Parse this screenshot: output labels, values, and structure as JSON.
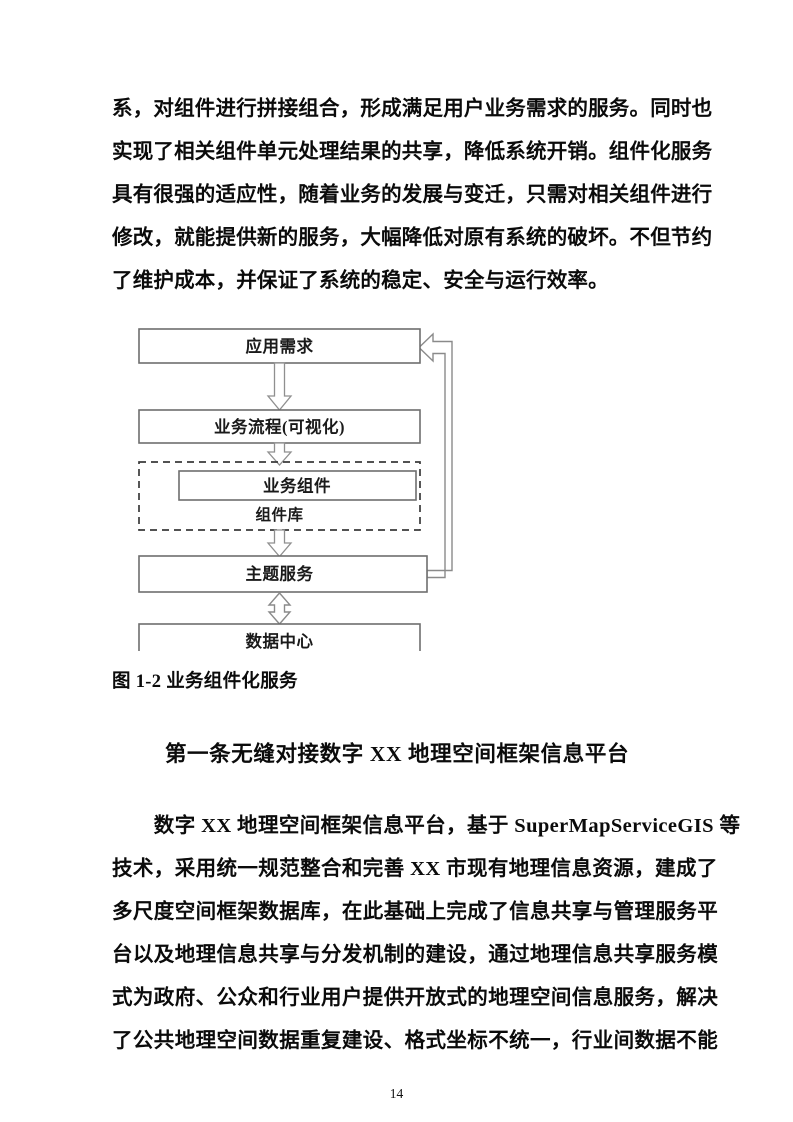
{
  "page": {
    "number": "14",
    "background": "#ffffff",
    "text_color": "#0b0b0b"
  },
  "paragraphs": {
    "intro": {
      "name": "componentized-service-paragraph",
      "lines": [
        "系，对组件进行拼接组合，形成满足用户业务需求的服务。同时也",
        "实现了相关组件单元处理结果的共享，降低系统开销。组件化服务",
        "具有很强的适应性，随着业务的发展与变迁，只需对相关组件进行",
        "修改，就能提供新的服务，大幅降低对原有系统的破坏。不但节约",
        "了维护成本，并保证了系统的稳定、安全与运行效率。"
      ]
    },
    "body": {
      "name": "digital-platform-paragraph",
      "lines": [
        "　　数字 XX 地理空间框架信息平台，基于 SuperMapServiceGIS 等",
        "技术，采用统一规范整合和完善 XX 市现有地理信息资源，建成了",
        "多尺度空间框架数据库，在此基础上完成了信息共享与管理服务平",
        "台以及地理信息共享与分发机制的建设，通过地理信息共享服务模",
        "式为政府、公众和行业用户提供开放式的地理空间信息服务，解决",
        "了公共地理空间数据重复建设、格式坐标不统一，行业间数据不能"
      ]
    }
  },
  "figure": {
    "caption": "图 1-2 业务组件化服务",
    "stroke_color": "#6e6e6e",
    "label_color": "#1a1a1a",
    "nodes": [
      {
        "id": "app-requirements",
        "label": "应用需求"
      },
      {
        "id": "business-process",
        "label": "业务流程(可视化)"
      },
      {
        "id": "business-component",
        "label": "业务组件"
      },
      {
        "id": "component-library",
        "label": "组件库"
      },
      {
        "id": "thematic-service",
        "label": "主题服务"
      },
      {
        "id": "data-center",
        "label": "数据中心"
      }
    ],
    "connectors": [
      {
        "id": "arrow-app-to-process",
        "kind": "down"
      },
      {
        "id": "arrow-process-to-library",
        "kind": "down"
      },
      {
        "id": "arrow-library-to-service",
        "kind": "down"
      },
      {
        "id": "arrow-service-datacenter",
        "kind": "bidirectional-vertical"
      },
      {
        "id": "arrow-service-feedback-to-app",
        "kind": "feedback-loop-left"
      }
    ]
  },
  "heading": {
    "text": "第一条无缝对接数字 XX 地理空间框架信息平台"
  }
}
